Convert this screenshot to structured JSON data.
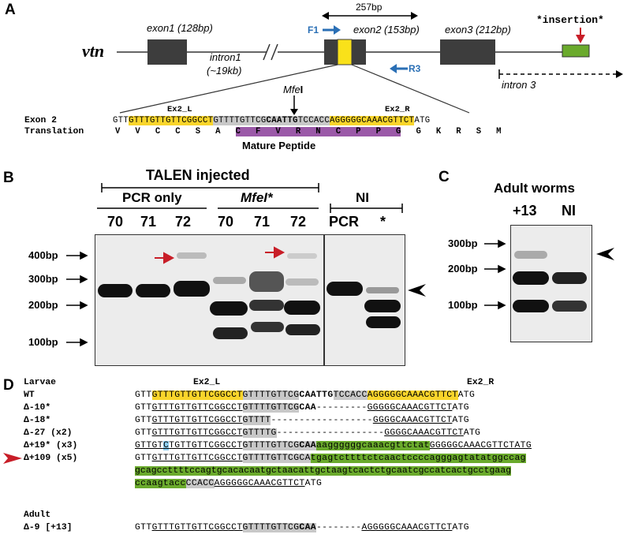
{
  "panels": {
    "a": "A",
    "b": "B",
    "c": "C",
    "d": "D"
  },
  "panel_a": {
    "gene": "vtn",
    "exon1": "exon1 (128bp)",
    "exon2": "exon2 (153bp)",
    "exon3": "exon3 (212bp)",
    "intron1_a": "intron1",
    "intron1_b": "(~19kb)",
    "span": "257bp",
    "f1": "F1",
    "r3": "R3",
    "insertion": "*insertion*",
    "intron3": "intron 3",
    "ex2l": "Ex2_L",
    "ex2r": "Ex2_R",
    "mfe": "Mfe",
    "mfe_i": "I",
    "exon2_label": "Exon 2",
    "translation_label": "Translation",
    "seq": {
      "s1": "GTT",
      "s2": "GTTTGTTGTTCGGCCT",
      "s3": "GTTTTGTTCG",
      "s4": "CAATTG",
      "s5": "TCCACC",
      "s6": "AGGGGGCAAACGTTCT",
      "s7": "ATG"
    },
    "aa_plain1": "V   V   C   C   S   A   ",
    "aa_purple": "C   F   V   R   N   C   P   P   G",
    "aa_plain2": "   G   K   R   S   M",
    "mature": "Mature Peptide"
  },
  "panel_b": {
    "title": "TALEN injected",
    "pcr_only": "PCR only",
    "mfei": "MfeI*",
    "ni": "NI",
    "lanes": [
      "70",
      "71",
      "72",
      "70",
      "71",
      "72",
      "PCR",
      "*"
    ],
    "sizes": [
      "400bp",
      "300bp",
      "200bp",
      "100bp"
    ]
  },
  "panel_c": {
    "title": "Adult worms",
    "lanes": [
      "+13",
      "NI"
    ],
    "sizes": [
      "300bp",
      "200bp",
      "100bp"
    ]
  },
  "panel_d": {
    "larvae": "Larvae",
    "adult": "Adult",
    "ex2l": "Ex2_L",
    "ex2r": "Ex2_R",
    "rows": {
      "wt": "WT",
      "d10": "Δ-10*",
      "d18": "Δ-18*",
      "d27": "Δ-27 (x2)",
      "d19": "Δ+19* (x3)",
      "d109": "Δ+109 (x5)",
      "d9": "Δ-9 [+13]"
    },
    "seq": {
      "wt": [
        "GTT",
        "GTTTGTTGTTCGGCCT",
        "GTTTTGTTCG",
        "CAATTG",
        "TCCACC",
        "AGGGGGCAAACGTTCT",
        "ATG"
      ],
      "d10": [
        "GTT",
        "GTTTGTTGTTCGGCCT",
        "GTTTTGTTCG",
        "CAA",
        "---------",
        "GGGGGCAAACGTTCT",
        "ATG"
      ],
      "d18": [
        "GTT",
        "GTTTGTTGTTCGGCCT",
        "GTTTT",
        "------------------",
        "GGGGCAAACGTTCT",
        "ATG"
      ],
      "d27": [
        "GTT",
        "GTTTGTTGTTCGGCCT",
        "GTTTTG",
        "-------------------",
        "GGGGCAAACGTTCT",
        "ATG"
      ],
      "d19": [
        "GTTGT",
        "C",
        "TGTTGTTCGGCCT",
        "GTTTTGTTCG",
        "CAA",
        "aaggggggcaaacgttctat",
        "GGGGGCAAACGTTCTATG"
      ],
      "d109a": [
        "GTT",
        "GTTTGTTGTTCGGCCT",
        "GTTTTGTTCG",
        "CA",
        "tgagtcttttctcaactccccagggagtatatggccag"
      ],
      "d109b": "gcagccttttccagtgcacacaatgctaacattgctaagtcactctgcaatcgccatcactgcctgaag",
      "d109c": [
        "ccaagtacc",
        "CCACC",
        "AGGGGGCAAACGTTCT",
        "ATG"
      ],
      "d9": [
        "GTT",
        "GTTTGTTGTTCGGCCT",
        "GTTTTGTTCG",
        "CAA",
        "--------",
        "AGGGGGCAAACGTTCT",
        "ATG"
      ]
    }
  },
  "colors": {
    "exon": "#3d3d3d",
    "yellow": "#f9d52b",
    "grey": "#c8c8c8",
    "green": "#6aaa2c",
    "purple": "#9b59a8",
    "primer_arrow": "#2a6fb5",
    "red_arrow": "#c81e28"
  }
}
